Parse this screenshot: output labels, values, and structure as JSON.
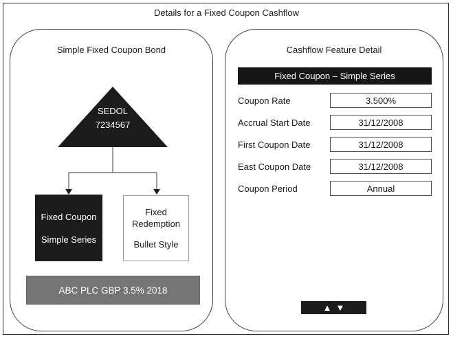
{
  "colors": {
    "node_black": "#1c1c1c",
    "bar_gray": "#757575",
    "header_black": "#161616"
  },
  "title": "Details for a Fixed Coupon Cashflow",
  "left_panel": {
    "title": "Simple Fixed Coupon Bond",
    "triangle_node": {
      "line1": "SEDOL",
      "line2": "7234567"
    },
    "coupon_node": {
      "line1": "Fixed Coupon",
      "line2": "Simple Series"
    },
    "redemption_node": {
      "line1": "Fixed",
      "line2": "Redemption",
      "line3": "Bullet Style"
    },
    "bond_name_bar": "ABC PLC GBP 3.5% 2018"
  },
  "right_panel": {
    "title": "Cashflow Feature Detail",
    "header_bar": "Fixed Coupon – Simple Series",
    "rows": [
      {
        "label": "Coupon Rate",
        "value": "3.500%"
      },
      {
        "label": "Accrual Start Date",
        "value": "31/12/2008"
      },
      {
        "label": "First Coupon Date",
        "value": "31/12/2008"
      },
      {
        "label": "East Coupon Date",
        "value": "31/12/2008"
      },
      {
        "label": "Coupon Period",
        "value": "Annual"
      }
    ],
    "nav": {
      "up_icon": "▲",
      "down_icon": "▼"
    }
  }
}
